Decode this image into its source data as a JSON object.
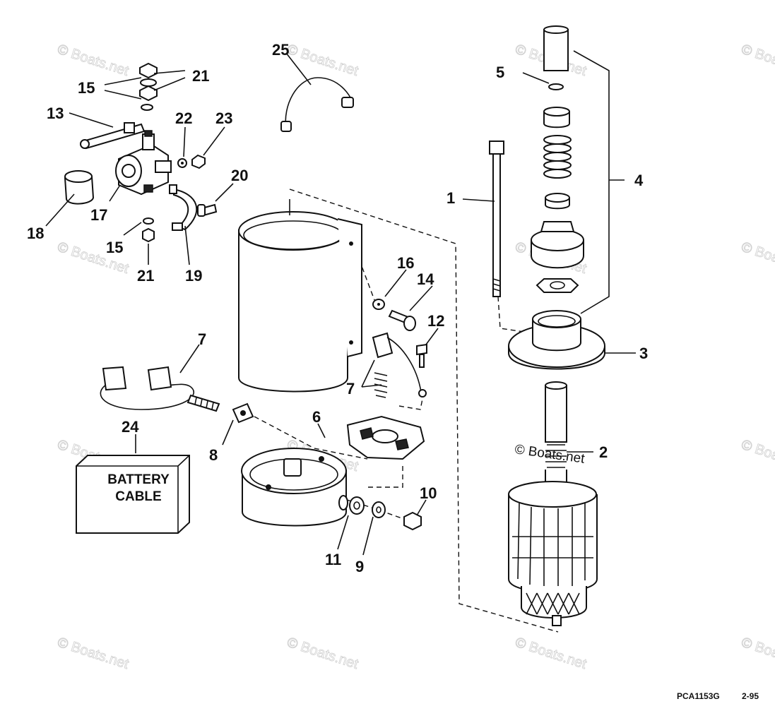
{
  "watermark_text": "© Boats.net",
  "copyright_label": "© Boats.net",
  "battery_cable_line1": "BATTERY",
  "battery_cable_line2": "CABLE",
  "footer_code": "PCA1153G",
  "footer_date": "2-95",
  "callouts": [
    {
      "id": "1",
      "label": "1"
    },
    {
      "id": "2",
      "label": "2"
    },
    {
      "id": "3",
      "label": "3"
    },
    {
      "id": "4",
      "label": "4"
    },
    {
      "id": "5",
      "label": "5"
    },
    {
      "id": "6",
      "label": "6"
    },
    {
      "id": "7a",
      "label": "7"
    },
    {
      "id": "7b",
      "label": "7"
    },
    {
      "id": "8",
      "label": "8"
    },
    {
      "id": "9",
      "label": "9"
    },
    {
      "id": "10",
      "label": "10"
    },
    {
      "id": "11",
      "label": "11"
    },
    {
      "id": "12",
      "label": "12"
    },
    {
      "id": "13",
      "label": "13"
    },
    {
      "id": "14",
      "label": "14"
    },
    {
      "id": "15a",
      "label": "15"
    },
    {
      "id": "15b",
      "label": "15"
    },
    {
      "id": "16",
      "label": "16"
    },
    {
      "id": "17",
      "label": "17"
    },
    {
      "id": "18",
      "label": "18"
    },
    {
      "id": "19",
      "label": "19"
    },
    {
      "id": "20",
      "label": "20"
    },
    {
      "id": "21a",
      "label": "21"
    },
    {
      "id": "21b",
      "label": "21"
    },
    {
      "id": "22",
      "label": "22"
    },
    {
      "id": "23",
      "label": "23"
    },
    {
      "id": "24",
      "label": "24"
    },
    {
      "id": "25",
      "label": "25"
    }
  ]
}
